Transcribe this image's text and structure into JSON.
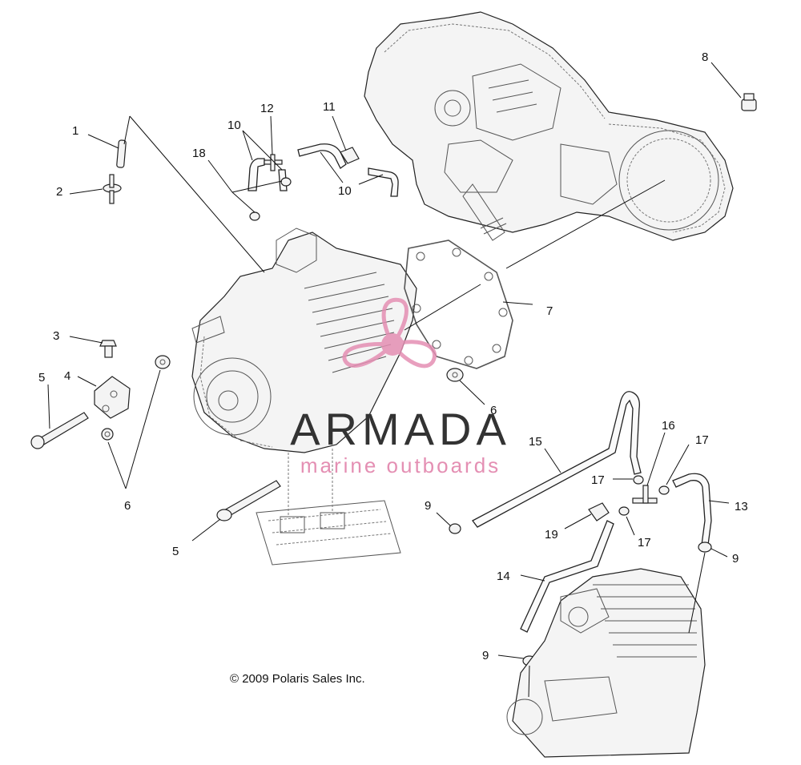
{
  "copyright": "© 2009 Polaris Sales Inc.",
  "watermark": {
    "brand": "ARMADA",
    "tagline": "marine outboards",
    "accent_color": "#e48fb3",
    "text_color": "#333333"
  },
  "callouts": {
    "c1": "1",
    "c2": "2",
    "c3": "3",
    "c4": "4",
    "c5a": "5",
    "c5b": "5",
    "c6a": "6",
    "c6b": "6",
    "c7": "7",
    "c8": "8",
    "c9a": "9",
    "c9b": "9",
    "c9c": "9",
    "c10a": "10",
    "c10b": "10",
    "c11": "11",
    "c12": "12",
    "c13": "13",
    "c14": "14",
    "c15": "15",
    "c16": "16",
    "c17a": "17",
    "c17b": "17",
    "c17c": "17",
    "c18": "18",
    "c19": "19"
  }
}
